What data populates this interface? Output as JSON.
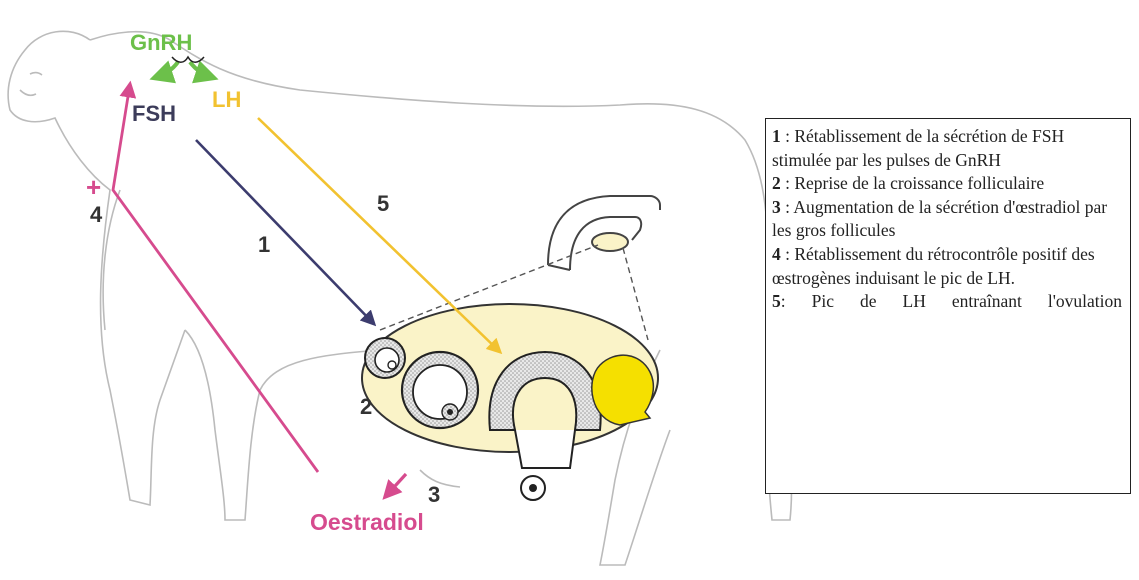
{
  "labels": {
    "gnrh": "GnRH",
    "lh": "LH",
    "fsh": "FSH",
    "oestradiol": "Oestradiol",
    "plus": "+"
  },
  "step_numbers": {
    "n1": "1",
    "n2": "2",
    "n3": "3",
    "n4": "4",
    "n5": "5"
  },
  "legend": {
    "items": [
      {
        "num": "1",
        "text": " : Rétablissement de la sécrétion de FSH stimulée par les pulses de GnRH"
      },
      {
        "num": "2",
        "text": " : Reprise de la croissance folliculaire"
      },
      {
        "num": "3",
        "text": " : Augmentation de la sécrétion d'œstradiol par les gros follicules"
      },
      {
        "num": "4",
        "text": " :  Rétablissement du rétrocontrôle positif des œstrogènes induisant le pic de LH."
      },
      {
        "num": "5",
        "text": ":   Pic  de  LH  entraînant l'ovulation"
      }
    ]
  },
  "colors": {
    "gnrh": "#6cc04a",
    "lh": "#f2c230",
    "fsh": "#3c3c5a",
    "oestradiol": "#d64b8e",
    "ovary_fill": "#faf3c8",
    "corpus_luteum": "#f5e000"
  }
}
